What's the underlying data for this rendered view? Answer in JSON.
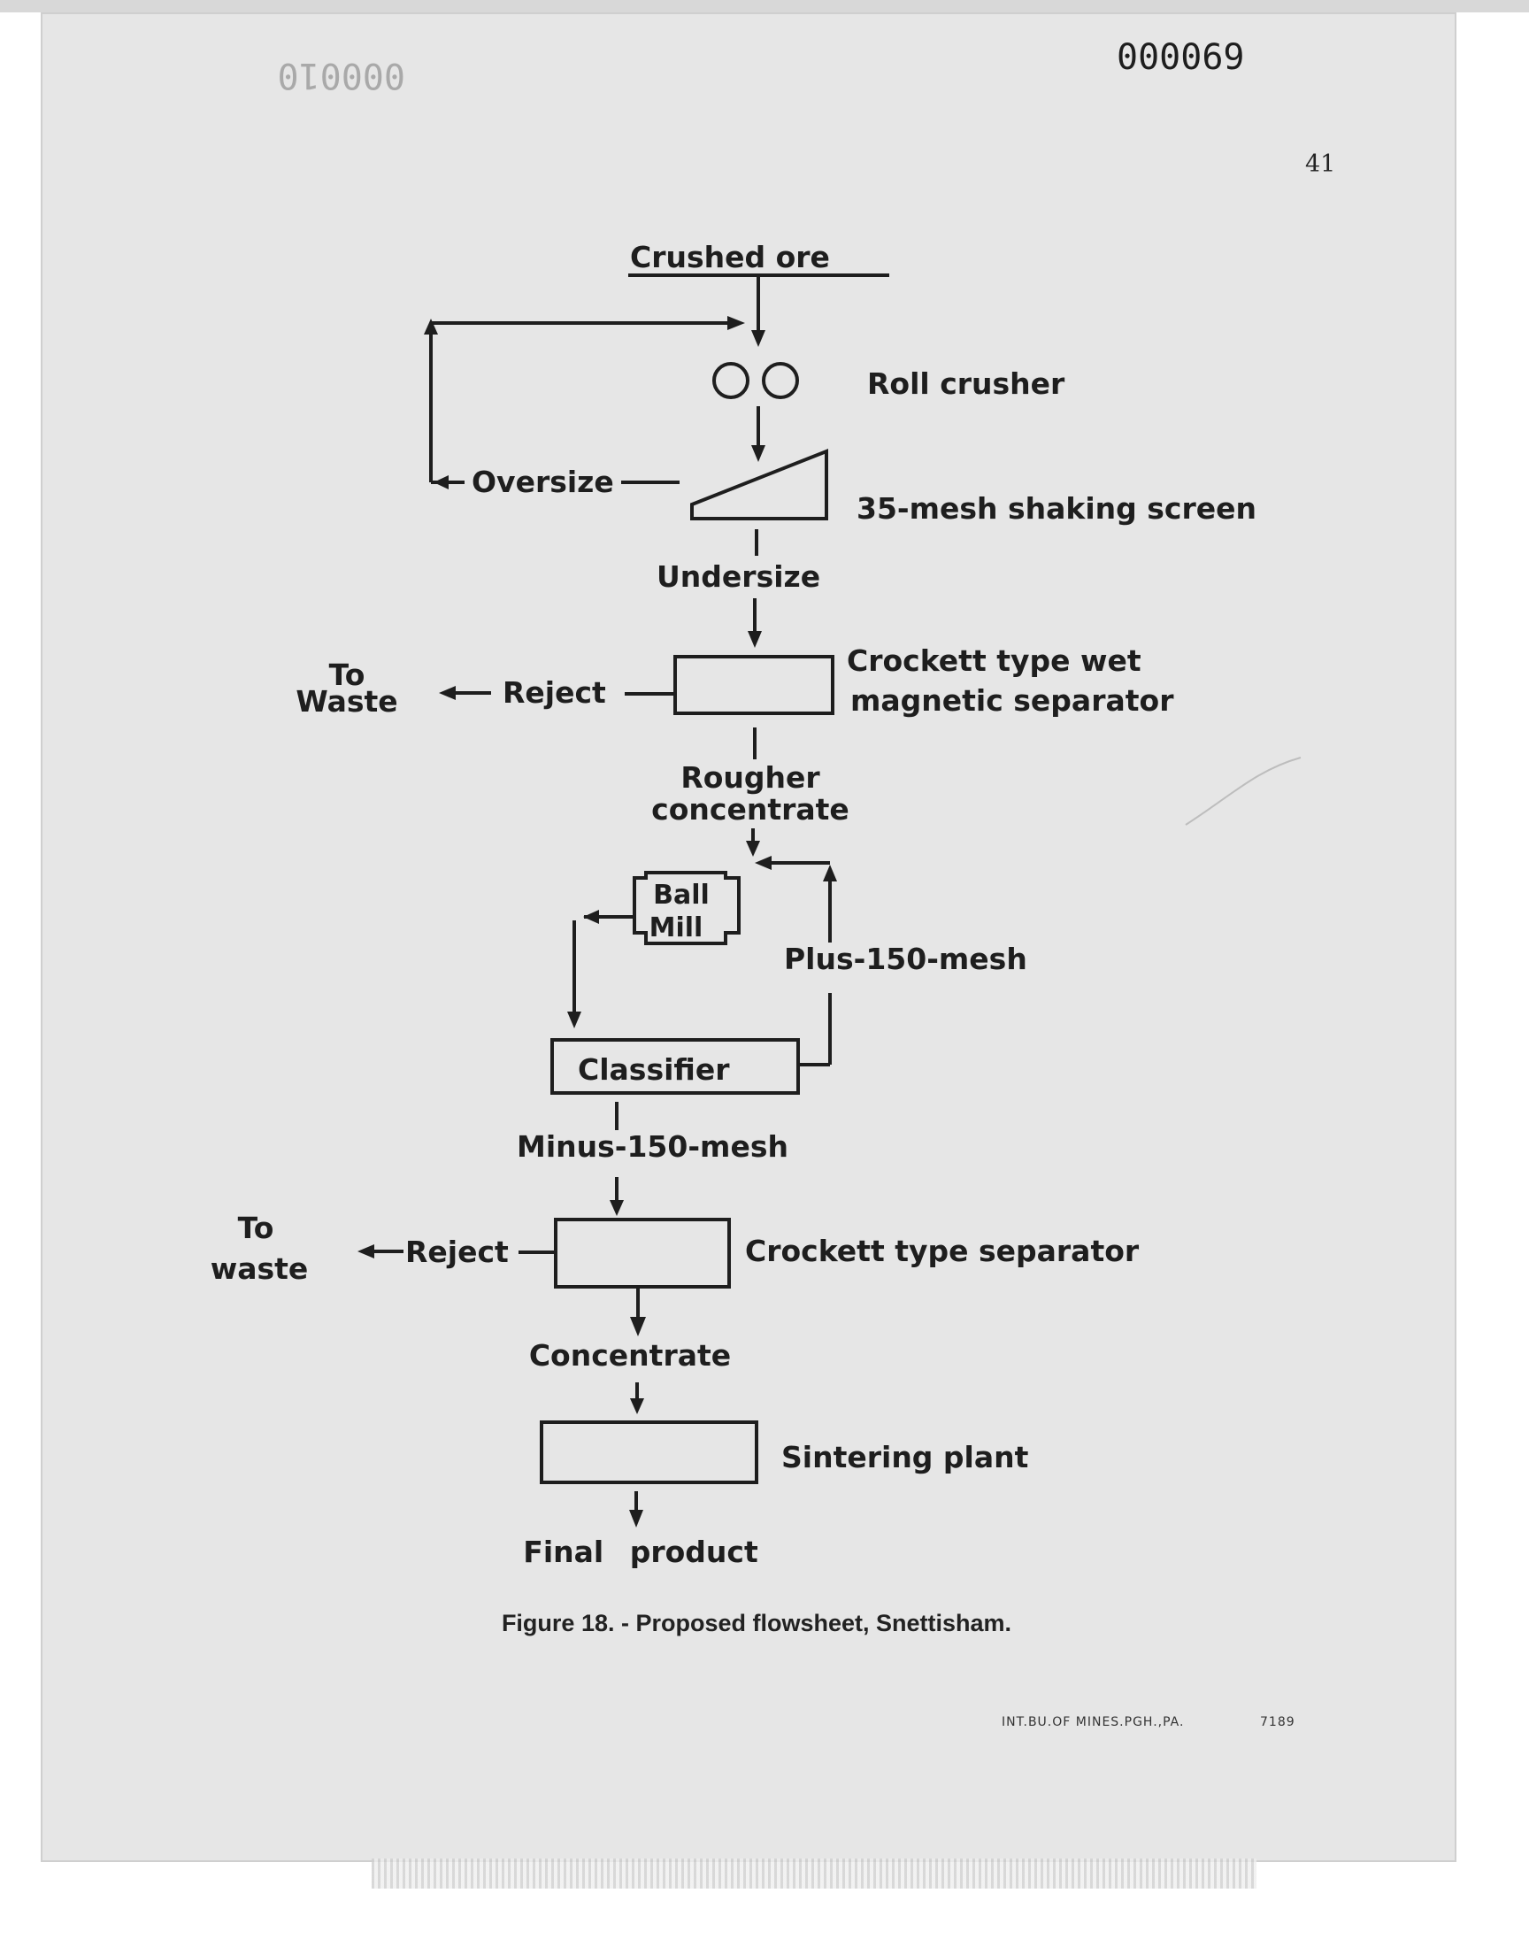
{
  "stamps": {
    "faded_number": "000010",
    "number": "000069"
  },
  "page_number": "41",
  "flowsheet": {
    "input": "Crushed ore",
    "roll_crusher": "Roll crusher",
    "oversize": "Oversize",
    "screen": "35-mesh shaking screen",
    "undersize": "Undersize",
    "wet_separator_line1": "Crockett type wet",
    "wet_separator_line2": "magnetic separator",
    "reject_1": "Reject",
    "waste_1_line1": "To",
    "waste_1_line2": "Waste",
    "rougher_line1": "Rougher",
    "rougher_line2": "concentrate",
    "ball_mill_line1": "Ball",
    "ball_mill_line2": "Mill",
    "plus_mesh": "Plus-150-mesh",
    "classifier": "Classifier",
    "minus_mesh": "Minus-150-mesh",
    "reject_2": "Reject",
    "waste_2_line1": "To",
    "waste_2_line2": "waste",
    "separator": "Crockett type separator",
    "concentrate": "Concentrate",
    "sintering": "Sintering plant",
    "final": "Final product"
  },
  "caption": "Figure 18. - Proposed flowsheet, Snettisham.",
  "footer": {
    "imprint": "INT.BU.OF MINES.PGH.,PA.",
    "code": "7189"
  }
}
